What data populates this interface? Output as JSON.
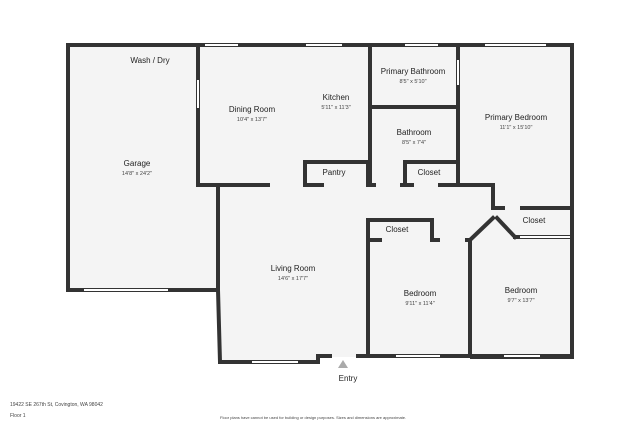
{
  "rooms": [
    {
      "name": "Wash / Dry",
      "dims": ""
    },
    {
      "name": "Garage",
      "dims": "14'8\" x 24'2\""
    },
    {
      "name": "Dining Room",
      "dims": "10'4\" x 13'7\""
    },
    {
      "name": "Kitchen",
      "dims": "5'11\" x 11'3\""
    },
    {
      "name": "Primary Bathroom",
      "dims": "8'5\" x 5'10\""
    },
    {
      "name": "Primary Bedroom",
      "dims": "11'1\" x 15'10\""
    },
    {
      "name": "Bathroom",
      "dims": "8'5\" x 7'4\""
    },
    {
      "name": "Pantry",
      "dims": ""
    },
    {
      "name": "Closet",
      "dims": ""
    },
    {
      "name": "Closet",
      "dims": ""
    },
    {
      "name": "Closet",
      "dims": ""
    },
    {
      "name": "Living Room",
      "dims": "14'6\" x 17'7\""
    },
    {
      "name": "Bedroom",
      "dims": "9'11\" x 11'4\""
    },
    {
      "name": "Bedroom",
      "dims": "9'7\" x 13'7\""
    }
  ],
  "entry": "Entry",
  "address": "19422 SE 267th St, Covington, WA 98042",
  "floor": "Floor 1",
  "disclaimer": "Floor plans have cannot be used for building or design purposes. Sizes and dimensions are approximate."
}
